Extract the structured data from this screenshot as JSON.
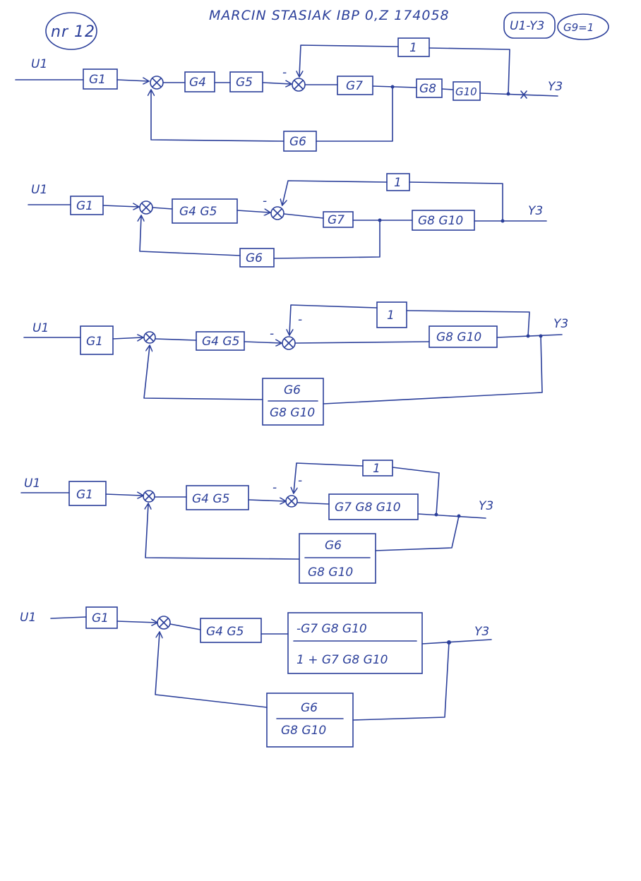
{
  "header": {
    "author": "MARCIN STASIAK IBP 0,Z 174058",
    "page_number": "nr 12",
    "path_label": "U1-Y3",
    "assumption": "G9=1"
  },
  "diagrams": [
    {
      "input": "U1",
      "output": "Y3",
      "blocks": [
        "G1",
        "G4",
        "G5",
        "G7",
        "G8",
        "G10",
        "G6",
        "1"
      ],
      "signs": [
        "-"
      ]
    },
    {
      "input": "U1",
      "output": "Y3",
      "blocks": [
        "G1",
        "G4 G5",
        "G7",
        "G8 G10",
        "G6",
        "1"
      ],
      "signs": [
        "-"
      ]
    },
    {
      "input": "U1",
      "output": "Y3",
      "blocks": [
        "G1",
        "G4 G5",
        "G8 G10",
        "1"
      ],
      "fraction": {
        "num": "G6",
        "den": "G8 G10"
      },
      "signs": [
        "-",
        "-"
      ]
    },
    {
      "input": "U1",
      "output": "Y3",
      "blocks": [
        "G1",
        "G4 G5",
        "G7 G8 G10",
        "1"
      ],
      "fraction": {
        "num": "G6",
        "den": "G8 G10"
      },
      "signs": [
        "-",
        "-"
      ]
    },
    {
      "input": "U1",
      "output": "Y3",
      "blocks": [
        "G1",
        "G4 G5"
      ],
      "closed_loop": {
        "num": "-G7 G8 G10",
        "den": "1 + G7 G8 G10"
      },
      "fraction": {
        "num": "G6",
        "den": "G8 G10"
      }
    }
  ]
}
